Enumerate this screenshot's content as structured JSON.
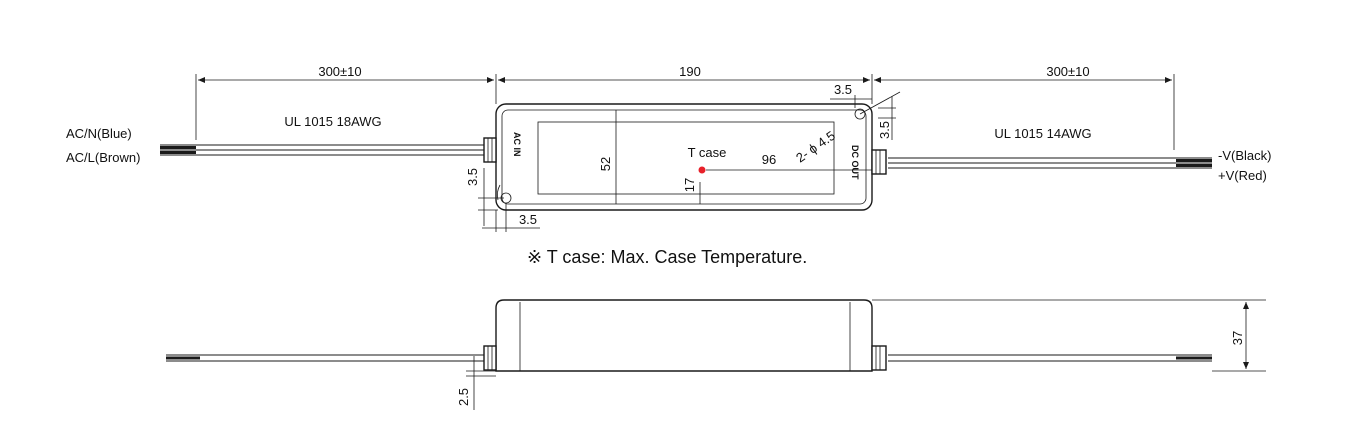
{
  "top_view": {
    "dim_left_lead": "300±10",
    "dim_length": "190",
    "dim_right_lead": "300±10",
    "dim_hole_offset_top": "3.5",
    "dim_hole_offset_right": "3.5",
    "dim_hole_left_v": "3.5",
    "dim_hole_left_h": "3.5",
    "dim_width": "52",
    "dim_tcase_x": "96",
    "dim_tcase_y": "17",
    "hole_spec": "2- ϕ 4.5",
    "input_cable": "UL 1015 18AWG",
    "output_cable": "UL 1015 14AWG",
    "input_wire_1": "AC/N(Blue)",
    "input_wire_2": "AC/L(Brown)",
    "output_wire_1": "-V(Black)",
    "output_wire_2": "+V(Red)",
    "ac_in_label": "AC IN",
    "dc_out_label": "DC OUT",
    "tcase_label": "T case",
    "tcase_color": "#e8202a"
  },
  "note": "※ T case: Max. Case Temperature.",
  "side_view": {
    "dim_height": "37",
    "dim_base": "2.5"
  }
}
